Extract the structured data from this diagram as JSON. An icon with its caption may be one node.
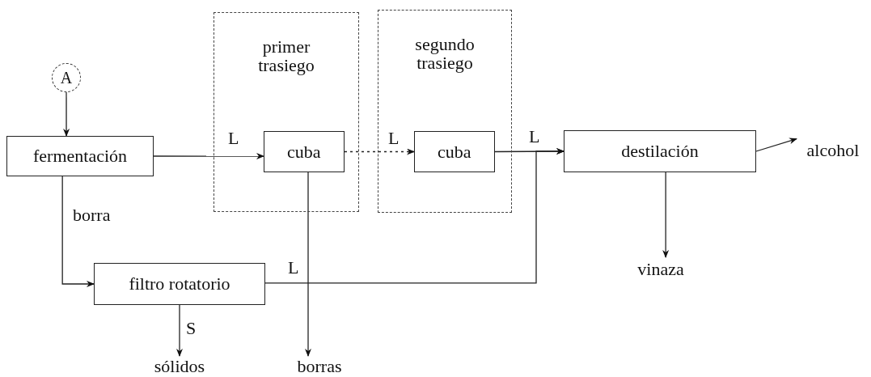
{
  "diagram": {
    "nodes": [
      {
        "text": [
          "A"
        ]
      },
      {
        "text": [
          "fermentación"
        ]
      },
      {
        "text": [
          "primer trasiego"
        ]
      },
      {
        "text": [
          "cuba"
        ],
        "in": 2
      },
      {
        "text": [
          "segundo trasiego"
        ]
      },
      {
        "text": [
          "cuba"
        ],
        "in": 4
      },
      {
        "text": [
          "destilación"
        ]
      },
      {
        "text": [
          "alcohol"
        ]
      },
      {
        "text": [
          "vinaza"
        ]
      },
      {
        "text": [
          "filtro rotatorio"
        ]
      },
      {
        "text": [
          "sólidos"
        ]
      },
      {
        "text": [
          "borras"
        ]
      }
    ],
    "edges": [
      {
        "from": 0,
        "to": 1,
        "arrow": "to"
      },
      {
        "from": 1,
        "to": 3,
        "arrow": "to",
        "label": "L"
      },
      {
        "from": 3,
        "to": 5,
        "arrow": "to",
        "label": "L",
        "style": "dashed"
      },
      {
        "from": 5,
        "to": 6,
        "arrow": "to",
        "label": "L"
      },
      {
        "from": 9,
        "to": 6,
        "arrow": "to",
        "label": "L"
      },
      {
        "from": 1,
        "to": 9,
        "arrow": "to",
        "label": "borra"
      },
      {
        "from": 9,
        "to": 10,
        "arrow": "to",
        "label": "S"
      },
      {
        "from": 3,
        "to": 11,
        "arrow": "to"
      },
      {
        "from": 6,
        "to": 8,
        "arrow": "to"
      },
      {
        "from": 6,
        "to": 7,
        "arrow": "to"
      }
    ]
  }
}
